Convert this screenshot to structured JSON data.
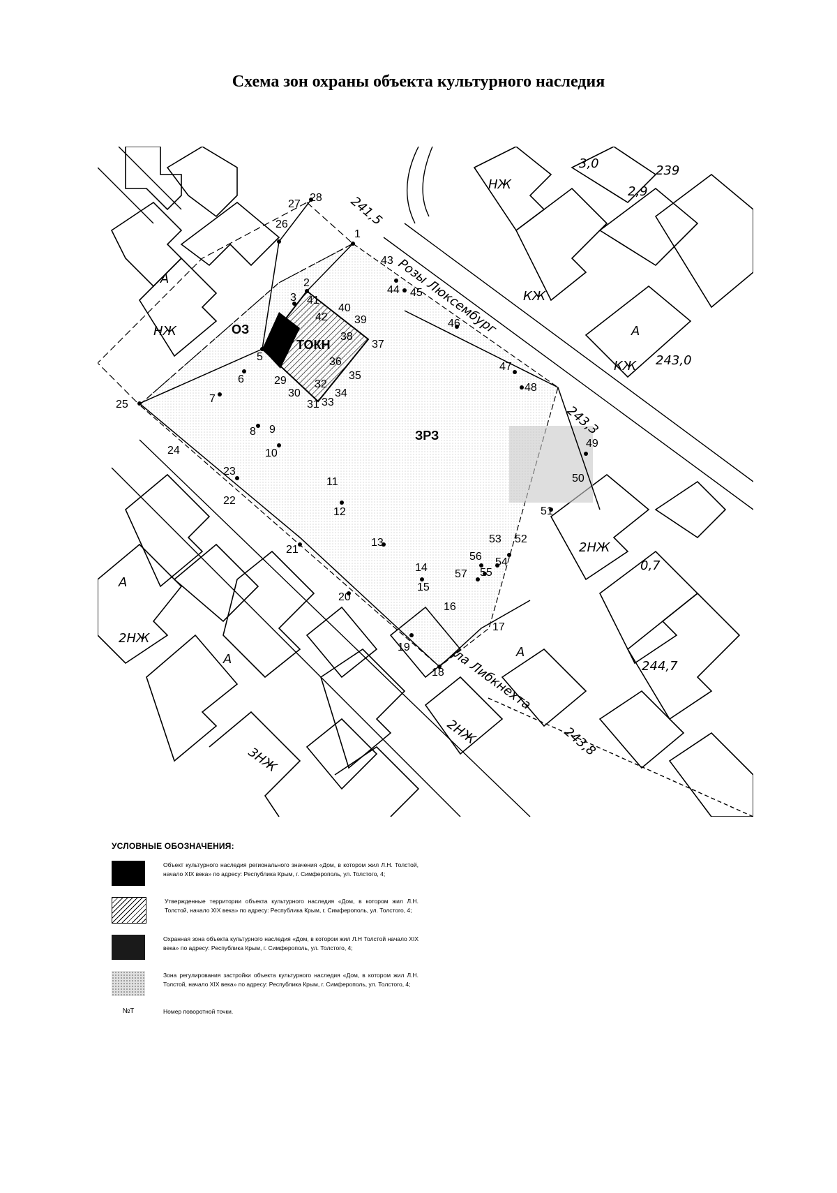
{
  "title": "Схема зон охраны объекта культурного наследия",
  "map": {
    "zone_labels": {
      "oz": "ОЗ",
      "tokn": "ТОКН",
      "zrz": "ЗРЗ"
    },
    "streets": {
      "rozy": "Розы Люксембург",
      "libkneht": "ла Либкнехта"
    },
    "elevations": [
      "241,5",
      "243,0",
      "243,3",
      "244,7",
      "243,8",
      "3,0",
      "2,9",
      "0,7",
      "239"
    ],
    "building_marks": [
      "НЖ",
      "КЖ",
      "2НЖ",
      "3НЖ",
      "А"
    ]
  },
  "legend": {
    "title": "УСЛОВНЫЕ ОБОЗНАЧЕНИЯ:",
    "items": [
      {
        "swatch": "black",
        "text": "Объект культурного наследия регионального значения «Дом, в котором жил Л.Н. Толстой, начало XIX века» по адресу: Республика Крым, г. Симферополь, ул. Толстого, 4;"
      },
      {
        "swatch": "hatch",
        "text": "Утвержденные территории объекта культурного наследия «Дом, в котором жил Л.Н. Толстой, начало XIX века» по адресу: Республика Крым, г. Симферополь, ул. Толстого, 4;"
      },
      {
        "swatch": "dark",
        "text": "Охранная зона объекта культурного наследия «Дом, в котором жил Л.Н Толстой начало XIX века» по адресу: Республика Крым, г. Симферополь, ул. Толстого, 4;"
      },
      {
        "swatch": "gray",
        "text": "Зона регулирования застройки объекта культурного наследия «Дом, в котором жил Л.Н. Толстой, начало XIX века» по адресу: Республика Крым, г. Симферополь, ул. Толстого, 4;"
      }
    ],
    "number_symbol": "№Т",
    "number_text": "Номер поворотной точки."
  }
}
